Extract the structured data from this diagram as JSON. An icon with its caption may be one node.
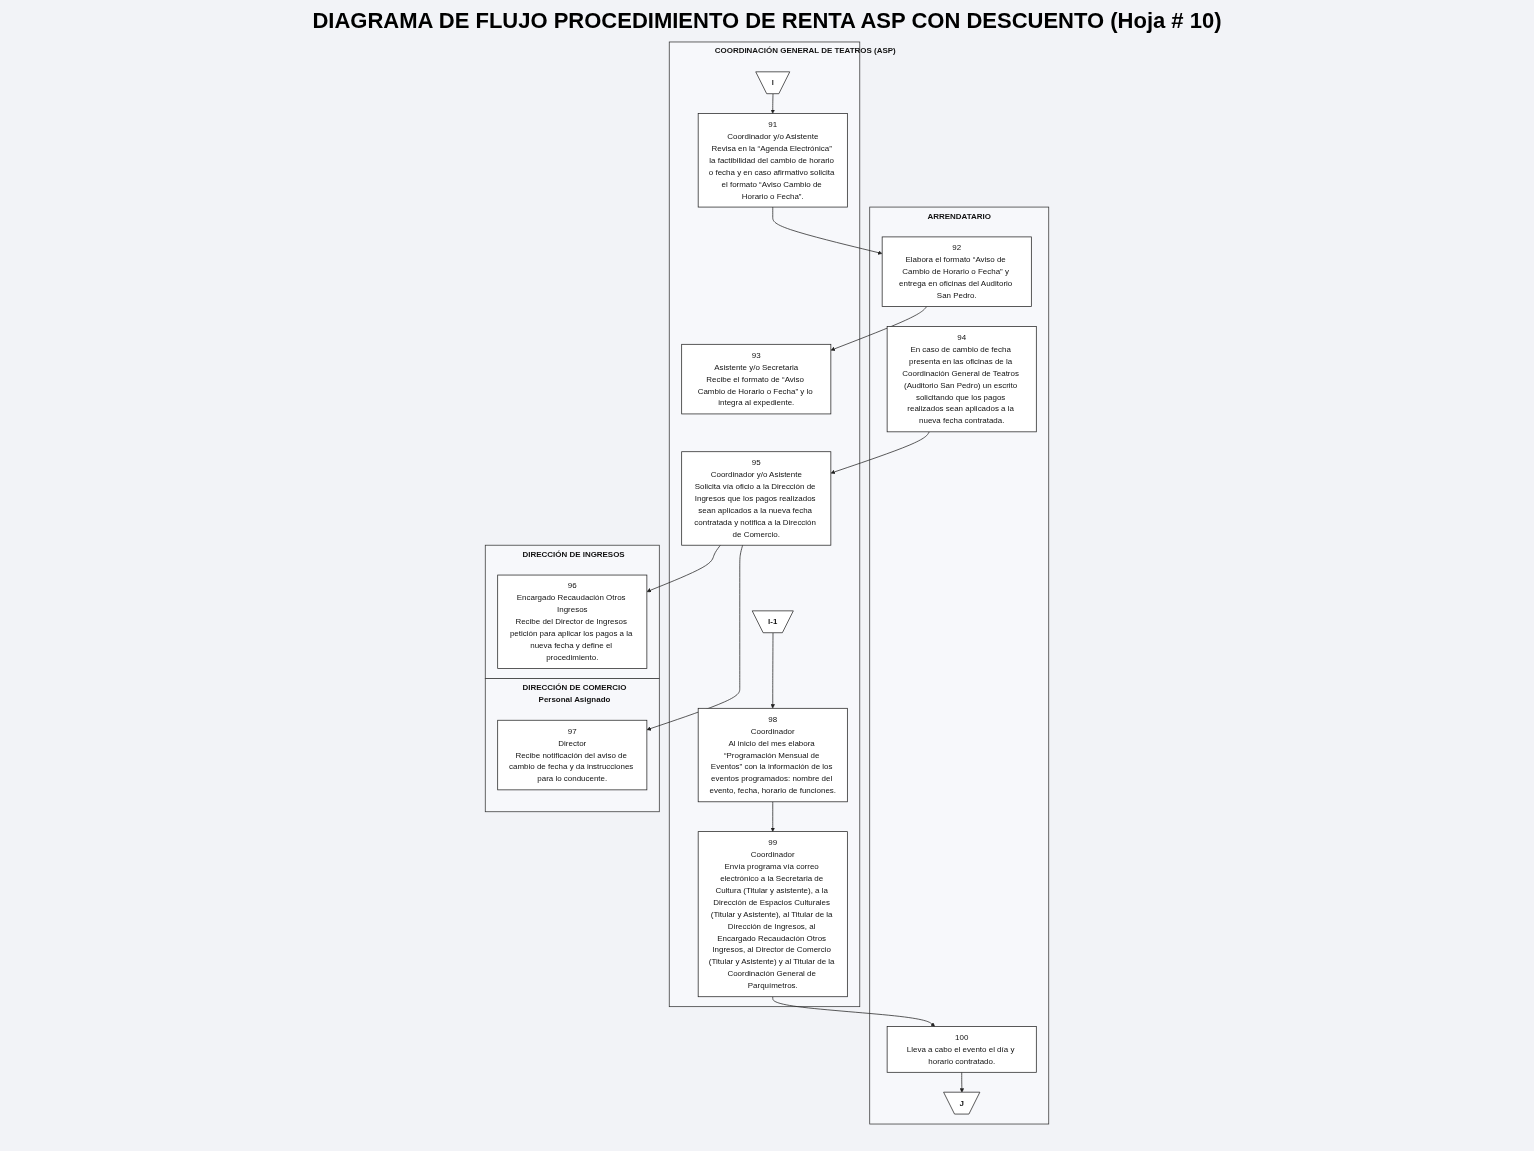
{
  "diagram": {
    "title": "DIAGRAMA DE FLUJO PROCEDIMIENTO DE RENTA ASP CON DESCUENTO  (Hoja # 10)",
    "nodes": [
      {
        "text": [
          "COORDINACIÓN GENERAL DE TEATROS (ASP)"
        ]
      },
      {
        "text": [
          "ARRENDATARIO"
        ]
      },
      {
        "text": [
          "DIRECCIÓN DE INGRESOS"
        ]
      },
      {
        "text": [
          "DIRECCIÓN DE COMERCIO",
          "Personal Asignado"
        ]
      },
      {
        "text": [
          "I"
        ],
        "in": 0
      },
      {
        "text": [
          "91",
          "Coordinador y/o Asistente",
          "Revisa en la “Agenda Electrónica” la factibilidad del cambio de horario o fecha y en caso afirmativo solicita el formato “Aviso Cambio de Horario o Fecha”."
        ],
        "in": 0
      },
      {
        "text": [
          "92",
          "Elabora el formato “Aviso de Cambio de Horario o Fecha” y entrega en oficinas del Auditorio San Pedro."
        ],
        "in": 1
      },
      {
        "text": [
          "93",
          "Asistente y/o Secretaria",
          "Recibe el formato de “Aviso Cambio de Horario o Fecha” y lo integra al expediente."
        ],
        "in": 0
      },
      {
        "text": [
          "94",
          "En caso de cambio de fecha presenta en las oficinas de la Coordinación General de Teatros (Auditorio San Pedro) un escrito solicitando que los pagos realizados sean aplicados a la nueva fecha contratada."
        ],
        "in": 1
      },
      {
        "text": [
          "95",
          "Coordinador y/o Asistente",
          "Solicita vía oficio a la Dirección de Ingresos que los pagos realizados sean aplicados a la nueva fecha contratada y notifica a la Dirección de Comercio."
        ],
        "in": 0
      },
      {
        "text": [
          "96",
          "Encargado Recaudación Otros Ingresos",
          "Recibe del Director de Ingresos petición para aplicar los pagos a la nueva fecha y define el procedimiento."
        ],
        "in": 2
      },
      {
        "text": [
          "97",
          "Director",
          "Recibe notificación del aviso de cambio de fecha y da instrucciones para lo conducente."
        ],
        "in": 3
      },
      {
        "text": [
          "I-1"
        ],
        "in": 0
      },
      {
        "text": [
          "98",
          "Coordinador",
          "Al inicio del mes elabora “Programación Mensual de Eventos” con la información de los eventos programados: nombre del evento, fecha, horario de funciones."
        ],
        "in": 0
      },
      {
        "text": [
          "99",
          "Coordinador",
          "Envía programa vía correo electrónico a la Secretaria de Cultura (Titular y asistente), a la Dirección de Espacios Culturales (Titular y Asistente), al Titular de la Dirección de Ingresos, al Encargado Recaudación Otros Ingresos, al Director de Comercio (Titular y Asistente) y al Titular de la Coordinación General de Parquímetros."
        ],
        "in": 0
      },
      {
        "text": [
          "100",
          "Lleva a cabo el evento el día y horario contratado."
        ],
        "in": 1
      },
      {
        "text": [
          "J"
        ],
        "in": 1
      }
    ],
    "edges": [
      {
        "from": 4,
        "to": 5,
        "arrow": "to"
      },
      {
        "from": 5,
        "to": 6,
        "arrow": "to"
      },
      {
        "from": 6,
        "to": 7,
        "arrow": "to"
      },
      {
        "from": 8,
        "to": 9,
        "arrow": "to"
      },
      {
        "from": 9,
        "to": 10,
        "arrow": "to"
      },
      {
        "from": 9,
        "to": 11,
        "arrow": "to"
      },
      {
        "from": 12,
        "to": 13,
        "arrow": "to"
      },
      {
        "from": 13,
        "to": 14,
        "arrow": "to"
      },
      {
        "from": 14,
        "to": 15,
        "arrow": "to"
      },
      {
        "from": 15,
        "to": 16,
        "arrow": "to"
      }
    ]
  }
}
